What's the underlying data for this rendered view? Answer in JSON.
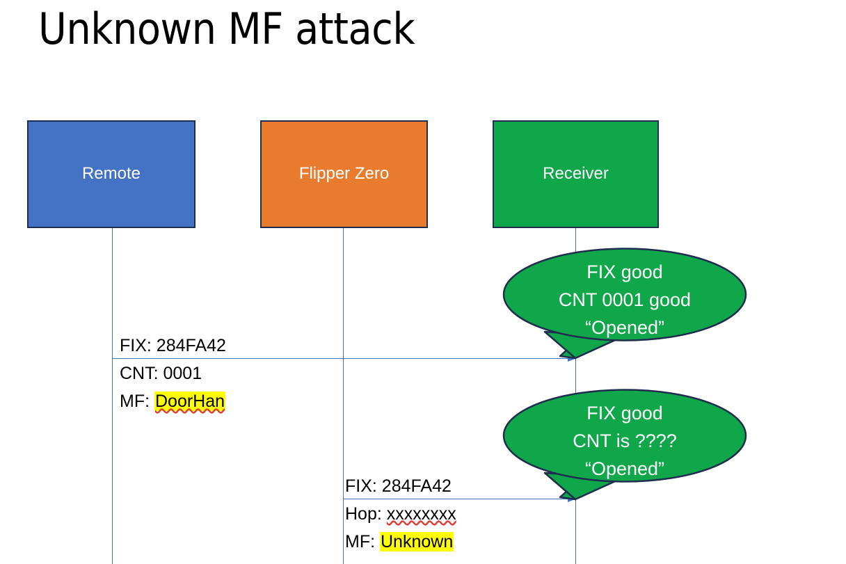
{
  "slide": {
    "title": "Unknown MF attack",
    "background": "#FFFFFF"
  },
  "colors": {
    "remote": "#4472C4",
    "flipper": "#E97B2E",
    "receiver": "#10A64A",
    "box_border": "#1F2D4E",
    "lifeline": "#4472C4",
    "arrow": "#4472C4",
    "highlight": "#FFFF00",
    "spellcheck_underline": "#E03C31",
    "callout_fill": "#10A64A",
    "callout_border": "#1F2D4E",
    "callout_text": "#FFFFFF"
  },
  "actors": [
    {
      "id": "remote",
      "label": "Remote"
    },
    {
      "id": "flipper",
      "label": "Flipper Zero"
    },
    {
      "id": "receiver",
      "label": "Receiver"
    }
  ],
  "messages": [
    {
      "id": "msg-1",
      "from": "remote",
      "to": "receiver",
      "lines": [
        {
          "label": "FIX: ",
          "value": "284FA42",
          "highlight": false,
          "spellcheck_flag": false
        },
        {
          "label": "CNT: ",
          "value": "0001",
          "highlight": false,
          "spellcheck_flag": false
        },
        {
          "label": "MF: ",
          "value": "DoorHan",
          "highlight": true,
          "spellcheck_flag": true
        }
      ]
    },
    {
      "id": "msg-2",
      "from": "flipper",
      "to": "receiver",
      "lines": [
        {
          "label": "FIX: ",
          "value": "284FA42",
          "highlight": false,
          "spellcheck_flag": false
        },
        {
          "label": "Hop: ",
          "value": "xxxxxxxx",
          "highlight": false,
          "spellcheck_flag": true
        },
        {
          "label": "MF: ",
          "value": "Unknown",
          "highlight": true,
          "spellcheck_flag": false
        }
      ]
    }
  ],
  "callouts": [
    {
      "id": "callout-1",
      "attached_to": "receiver",
      "lines": [
        "FIX good",
        "CNT 0001 good",
        "“Opened”"
      ]
    },
    {
      "id": "callout-2",
      "attached_to": "receiver",
      "lines": [
        "FIX good",
        "CNT is ????",
        "“Opened”"
      ]
    }
  ]
}
